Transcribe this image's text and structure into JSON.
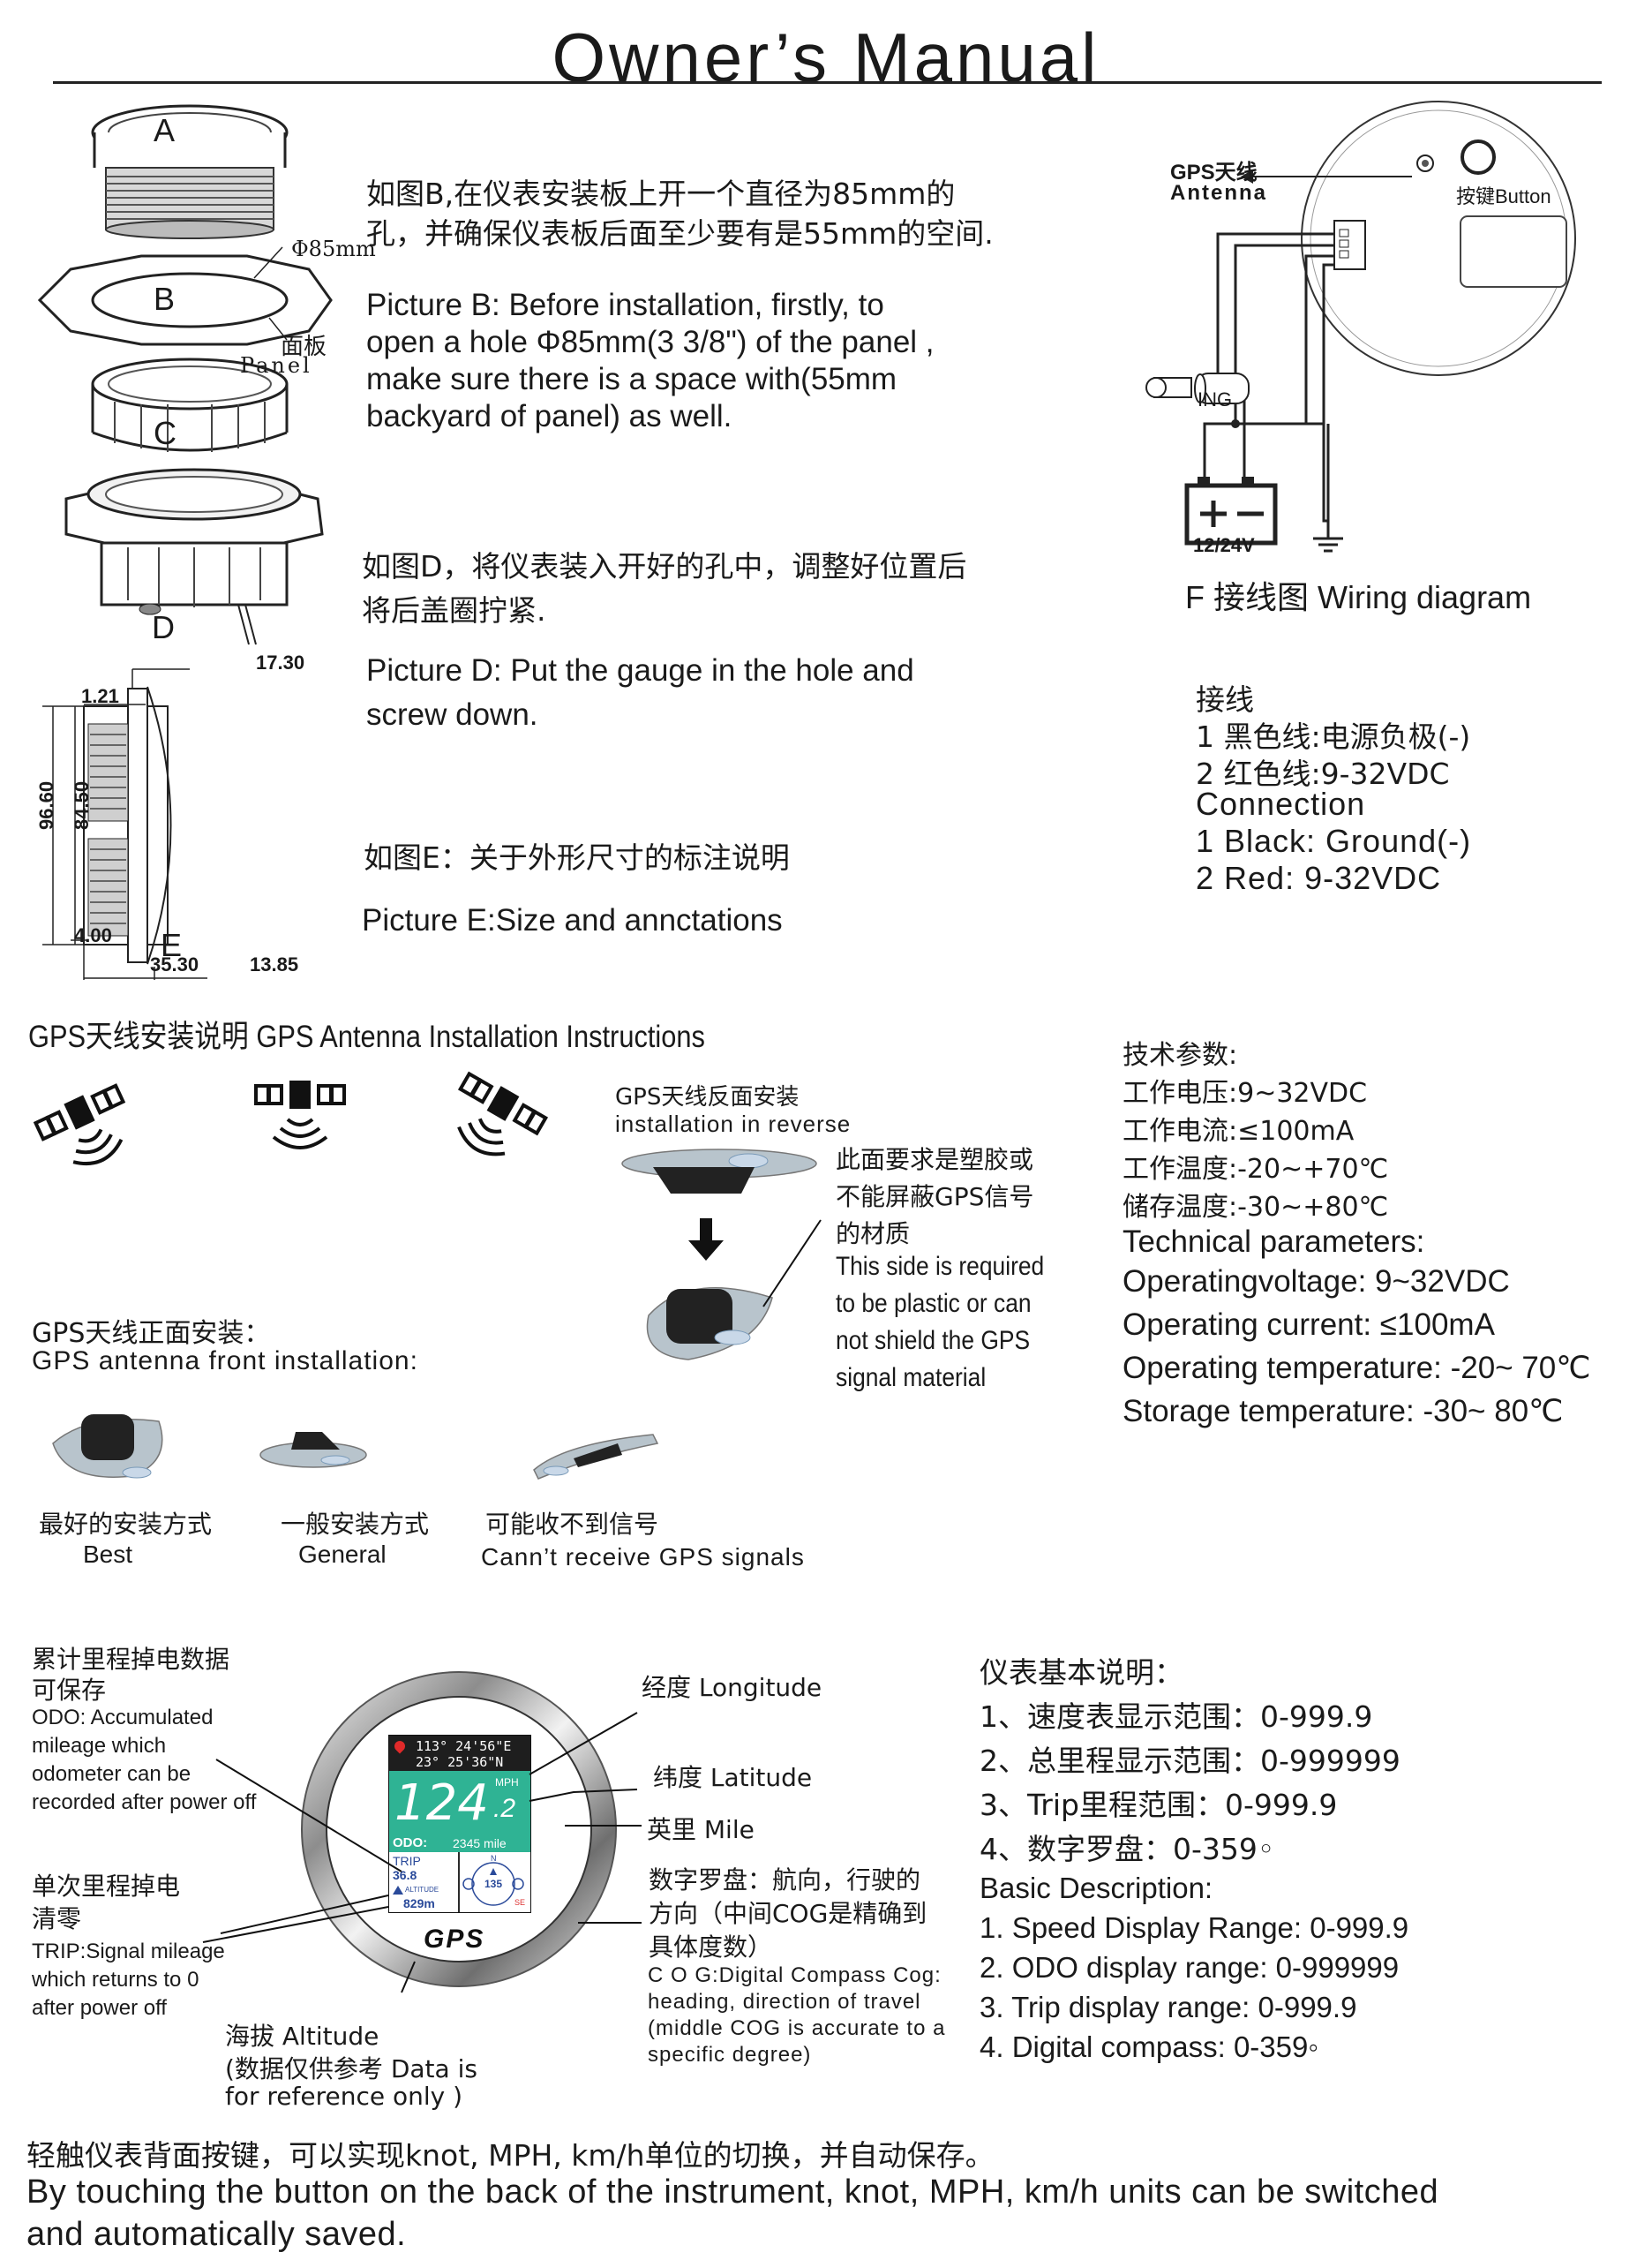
{
  "title": "Owner’s Manual",
  "installation": {
    "labels": {
      "a": "A",
      "b": "B",
      "c": "C",
      "d": "D",
      "e": "E",
      "phi": "Φ85mm",
      "panel_cn": "面板",
      "panel_en": "Panel"
    },
    "dims": {
      "d1": "17.30",
      "d2": "1.21",
      "d3": "96.60",
      "d4": "84.50",
      "d5": "4.00",
      "d6": "35.30",
      "d7": "13.85"
    },
    "b_cn_1": "如图B,在仪表安装板上开一个直径为85mm的",
    "b_cn_2": "孔，并确保仪表板后面至少要有是55mm的空间.",
    "b_en_1": "Picture B: Before installation, firstly, to",
    "b_en_2": "open a hole Φ85mm(3 3/8\") of the panel ,",
    "b_en_3": "make sure there is a space with(55mm",
    "b_en_4": "backyard of panel) as well.",
    "d_cn_1": "如图D，将仪表装入开好的孔中，调整好位置后",
    "d_cn_2": "将后盖圈拧紧.",
    "d_en_1": "Picture D: Put the gauge in the hole and",
    "d_en_2": "screw down.",
    "e_cn": "如图E：关于外形尺寸的标注说明",
    "e_en": "Picture E:Size and annctations"
  },
  "wiring": {
    "gps_cn": "GPS天线",
    "gps_en": "Antenna",
    "button": "按键Button",
    "ing": "ING",
    "voltage": "12/24V",
    "caption": "F 接线图 Wiring diagram",
    "conn_cn_title": "接线",
    "conn_cn_1": "1 黑色线:电源负极(-)",
    "conn_cn_2": "2 红色线:9-32VDC",
    "conn_en_title": "Connection",
    "conn_en_1": "1 Black: Ground(-)",
    "conn_en_2": "2 Red: 9-32VDC"
  },
  "antenna": {
    "heading": "GPS天线安装说明    GPS Antenna Installation Instructions",
    "reverse_cn": "GPS天线反面安装",
    "reverse_en": "installation in reverse",
    "note_cn_1": "此面要求是塑胶或",
    "note_cn_2": "不能屏蔽GPS信号",
    "note_cn_3": "的材质",
    "note_en_1": "This side is required",
    "note_en_2": " to be plastic or can",
    "note_en_3": "not shield the GPS",
    "note_en_4": "signal material",
    "front_cn": "GPS天线正面安装：",
    "front_en": "GPS antenna front installation:",
    "best_cn": "最好的安装方式",
    "best_en": "Best",
    "general_cn": "一般安装方式",
    "general_en": "General",
    "no_signal_cn": "可能收不到信号",
    "no_signal_en": "Cann’t receive  GPS signals"
  },
  "tech": {
    "cn_title": "技术参数:",
    "cn_1": "工作电压:9~32VDC",
    "cn_2": "工作电流:≤100mA",
    "cn_3": "工作温度:-20~+70℃",
    "cn_4": "储存温度:-30~+80℃",
    "en_title": "Technical parameters:",
    "en_1": "Operatingvoltage: 9~32VDC",
    "en_2": "Operating current: ≤100mA",
    "en_3": "Operating temperature: -20~ 70℃",
    "en_4": "Storage temperature: -30~ 80℃"
  },
  "gauge": {
    "lon": "113° 24'56\"E",
    "lat": "23° 25'36\"N",
    "speed": "124",
    "speed_dec": ".2",
    "speed_unit": "MPH",
    "odo_label": "ODO:",
    "odo_value": "2345 mile",
    "trip_label": "TRIP",
    "trip_value": "36.8",
    "alt_label": "ALTITUDE",
    "alt_value": "829m",
    "compass_value": "135",
    "compass_n": "N",
    "compass_se": "SE",
    "brand": "GPS"
  },
  "callouts": {
    "odo_cn_1": "累计里程掉电数据",
    "odo_cn_2": "可保存",
    "odo_en_1": "ODO: Accumulated",
    "odo_en_2": " mileage which",
    "odo_en_3": " odometer can be",
    "odo_en_4": " recorded after power off",
    "trip_cn_1": "单次里程掉电",
    "trip_cn_2": "清零",
    "trip_en_1": "TRIP:Signal mileage",
    "trip_en_2": " which returns to 0",
    "trip_en_3": " after power off",
    "alt_cn": "海拔 Altitude",
    "alt_note_1": "(数据仅供参考 Data is",
    "alt_note_2": " for reference only )",
    "lon": "经度 Longitude",
    "lat": "纬度 Latitude",
    "mile": "英里 Mile",
    "compass_cn_1": "数字罗盘：航向，行驶的",
    "compass_cn_2": "方向（中间COG是精确到",
    "compass_cn_3": "具体度数）",
    "compass_en_1": "C O G:Digital Compass Cog:",
    "compass_en_2": "heading, direction of travel",
    "compass_en_3": "(middle COG is accurate to a",
    "compass_en_4": "specific degree)"
  },
  "basic": {
    "cn_title": "仪表基本说明：",
    "cn_1": "1、速度表显示范围：0-999.9",
    "cn_2": "2、总里程显示范围：0-999999",
    "cn_3": "3、Trip里程范围：0-999.9",
    "cn_4": "4、数字罗盘：0-359◦",
    "en_title": "Basic Description:",
    "en_1": "1. Speed Display Range: 0-999.9",
    "en_2": "2. ODO display range: 0-999999",
    "en_3": "3. Trip display range: 0-999.9",
    "en_4": "4. Digital compass: 0-359◦"
  },
  "footer": {
    "cn": "轻触仪表背面按键，可以实现knot, MPH, km/h单位的切换，并自动保存。",
    "en_1": "By touching the button on the back of the instrument, knot, MPH, km/h units can be switched",
    "en_2": " and automatically saved."
  }
}
